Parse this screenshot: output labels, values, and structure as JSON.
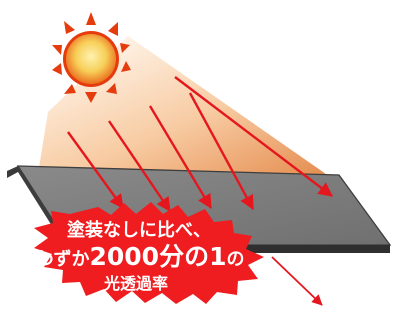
{
  "callout": {
    "line1": "塗装なしに比べ、",
    "line2_prefix": "わずか",
    "line2_emphasis": "2000分の1",
    "line2_suffix": "の",
    "line3": "光透過率"
  },
  "colors": {
    "sun_outer": "#e53c0d",
    "sun_inner": "#f7cf58",
    "beam_start": "#fff2df",
    "beam_end": "#de6e1f",
    "arrow": "#e5171e",
    "panel_top": "#7f7f7f",
    "panel_side": "#2f2f2f",
    "callout_red": "#ef1d20"
  }
}
